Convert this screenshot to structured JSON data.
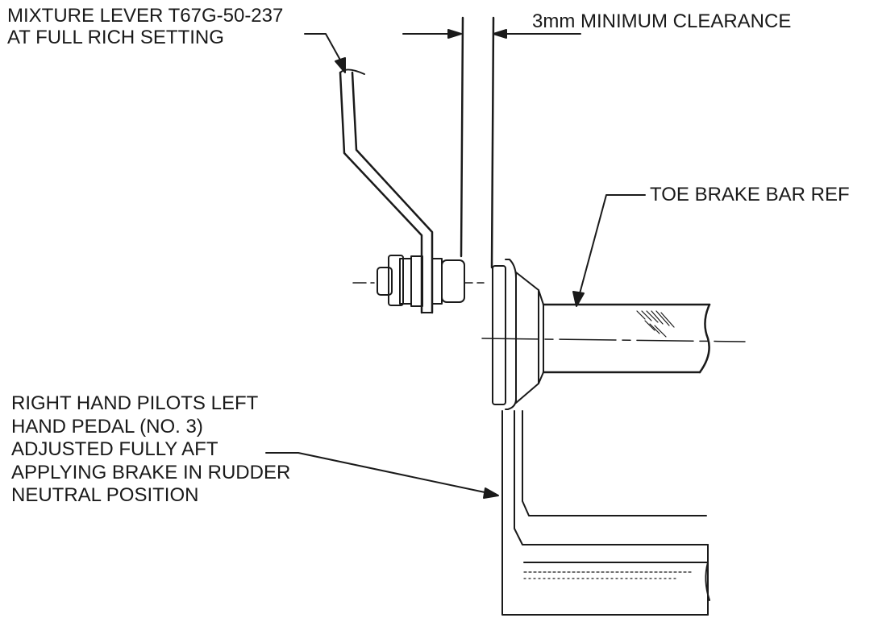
{
  "labels": {
    "mixture_lever": [
      "MIXTURE LEVER T67G-50-237",
      "AT FULL RICH SETTING"
    ],
    "clearance": "3mm MINIMUM CLEARANCE",
    "toe_brake_bar": "TOE BRAKE BAR REF",
    "pedal_note": [
      "RIGHT HAND PILOTS LEFT",
      "HAND PEDAL (NO. 3)",
      "ADJUSTED FULLY AFT",
      "APPLYING BRAKE IN RUDDER",
      "NEUTRAL POSITION"
    ]
  },
  "colors": {
    "ink": "#1a1a1a",
    "background": "#ffffff"
  }
}
